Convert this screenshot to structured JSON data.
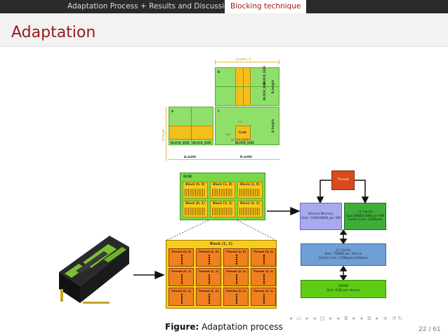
{
  "header": {
    "sections": [
      {
        "label": "Adaptation Process + Results and Discussion",
        "active": false
      },
      {
        "label": "Blocking technique",
        "active": true
      }
    ],
    "frame_title": "Adaptation"
  },
  "figure": {
    "caption_label": "Figure:",
    "caption_text": "Adaptation process",
    "matmul": {
      "label_a": "A",
      "label_b": "B",
      "label_c": "C",
      "label_csub": "Csub",
      "block_size": "BLOCK_SIZE",
      "block_size_m1": "BLOCK_SIZE-1",
      "a_width": "A.width",
      "b_width": "B.width",
      "a_height": "A.height",
      "b_height": "B.height",
      "row": "row",
      "col": "col",
      "width_top": "B.width / 2",
      "height_left": "A.height"
    },
    "grid": {
      "title": "Grid",
      "blocks": [
        "Block (0, 0)",
        "Block (1, 0)",
        "Block (2, 0)",
        "Block (0, 1)",
        "Block (1, 1)",
        "Block (2, 1)"
      ]
    },
    "block": {
      "title": "Block (1, 1)",
      "threads": [
        "Thread (0, 0)",
        "Thread (1, 0)",
        "Thread (2, 0)",
        "Thread (3, 0)",
        "Thread (0, 1)",
        "Thread (1, 1)",
        "Thread (2, 1)",
        "Thread (3, 1)",
        "Thread (0, 2)",
        "Thread (1, 2)",
        "Thread (2, 2)",
        "Thread (3, 2)"
      ]
    },
    "memory": {
      "thread": "Thread",
      "shared_title": "Shared Memory",
      "shared_size": "Size: 16KB/48KB per SM",
      "l1_title": "L1 Cache",
      "l1_size": "Size:48KB/16KB per SM",
      "l1_line": "Cache Line: 128Bytes",
      "l2_title": "L2 Cache",
      "l2_size": "Size: 768KB per device",
      "l2_line": "Cache Line: 128Bytes/32Bytes",
      "dram_title": "DRAM",
      "dram_size": "Size: 6GB per device"
    }
  },
  "navigation": {
    "symbols": "◂ ▭ ▸ ◂ ◫ ▸ ◂ ≣ ▸ ◂ ≣ ▸ ≡ ↺↻",
    "page": "22 / 61"
  },
  "colors": {
    "header_bg": "#2a2a2a",
    "title_color": "#9a1a1a",
    "grid_green": "#77d84a",
    "block_yellow": "#f7cc1a",
    "thread_orange": "#f08020",
    "thread_box": "#d84a1a",
    "shared_mem": "#a9a9f0",
    "l1_cache": "#3fae38",
    "l2_cache": "#6f9fd6",
    "dram": "#5ccc14"
  }
}
